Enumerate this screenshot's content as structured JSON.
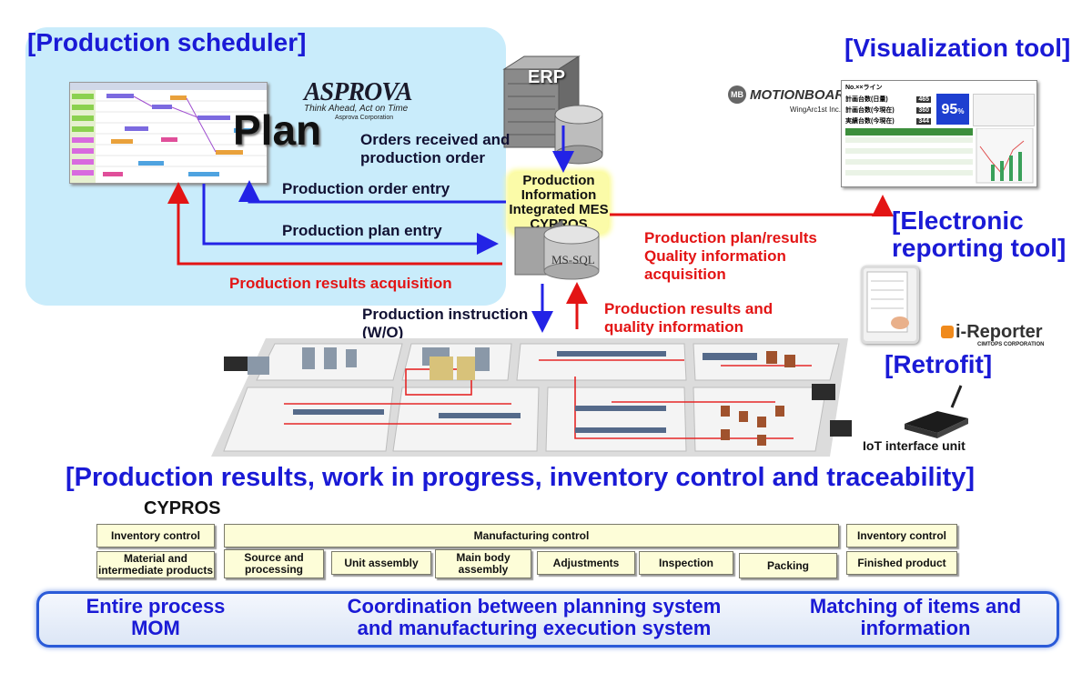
{
  "scheduler": {
    "heading": "[Production scheduler]",
    "brand": "ASPROVA",
    "tagline": "Think Ahead, Act on Time",
    "corp": "Asprova Corporation",
    "plan_label": "Plan"
  },
  "erp": {
    "label": "ERP"
  },
  "flows": {
    "orders": "Orders received and production order",
    "order_entry": "Production order entry",
    "plan_entry": "Production plan entry",
    "results_acq": "Production results acquisition",
    "plan_results_acq": "Production plan/results Quality information acquisition",
    "instruction": "Production instruction (W/O)",
    "results_quality": "Production results and quality information"
  },
  "mes": {
    "line1": "Production",
    "line2": "Information",
    "line3": "Integrated MES",
    "line4": "CYPROS",
    "db_label": "MS-SQL"
  },
  "visualization": {
    "heading": "[Visualization tool]",
    "brand": "MOTIONBOARD",
    "vendor": "WingArc1st Inc.",
    "screen_title": "No.××ライン",
    "rows": [
      {
        "label": "計画台数(日量)",
        "value": "465"
      },
      {
        "label": "計画台数(今現在)",
        "value": "360"
      },
      {
        "label": "実績台数(今現在)",
        "value": "344"
      }
    ],
    "rate": "95",
    "rate_unit": "%"
  },
  "electronic": {
    "heading_l1": "[Electronic",
    "heading_l2": "reporting tool]",
    "brand": "i-Reporter",
    "corp": "CIMTOPS CORPORATION"
  },
  "retrofit": {
    "heading": "[Retrofit]",
    "device_label": "IoT interface unit"
  },
  "main_heading": "[Production results, work in progress, inventory control and traceability]",
  "table": {
    "title": "CYPROS",
    "inv_left": "Inventory control",
    "material": "Material and intermediate products",
    "manufacturing": "Manufacturing control",
    "steps": [
      "Source and processing",
      "Unit assembly",
      "Main body assembly",
      "Adjustments",
      "Inspection",
      "Packing"
    ],
    "inv_right": "Inventory control",
    "finished": "Finished product"
  },
  "bottom": {
    "left_l1": "Entire process",
    "left_l2": "MOM",
    "mid_l1": "Coordination between planning system",
    "mid_l2": "and manufacturing execution system",
    "right_l1": "Matching of items and",
    "right_l2": "information"
  },
  "colors": {
    "title_blue": "#1a1ad6",
    "flow_red": "#e31414",
    "flow_blue": "#2323e6",
    "panel": "#c9ecfb"
  }
}
